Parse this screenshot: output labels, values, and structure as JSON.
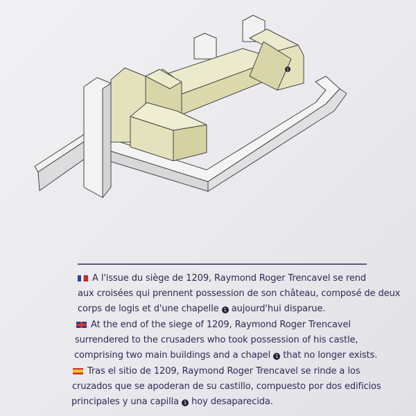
{
  "diagram": {
    "marker_label": "1"
  },
  "text": {
    "fr": {
      "line1": "A l'issue du siège de 1209, Raymond Roger Trencavel se rend",
      "line2": "aux croisées qui prennent possession de son château, composé de deux",
      "line3a": "corps de logis et d'une chapelle",
      "marker": "1",
      "line3b": "aujourd'hui disparue."
    },
    "en": {
      "line1": "At the end of the siege of 1209, Raymond Roger Trencavel",
      "line2": "surrendered to the crusaders who took possession of his castle,",
      "line3a": "comprising two main buildings and a chapel",
      "marker": "1",
      "line3b": "that no longer exists."
    },
    "es": {
      "line1": "Tras el sitio de 1209, Raymond Roger Trencavel se rinde a los",
      "line2": "cruzados que se apoderan de su castillo, compuesto por dos edificios",
      "line3a": "principales y una capilla",
      "marker": "1",
      "line3b": "hoy desaparecida."
    }
  },
  "colors": {
    "text": "#2b2b55",
    "building": "#e4e2bd"
  }
}
